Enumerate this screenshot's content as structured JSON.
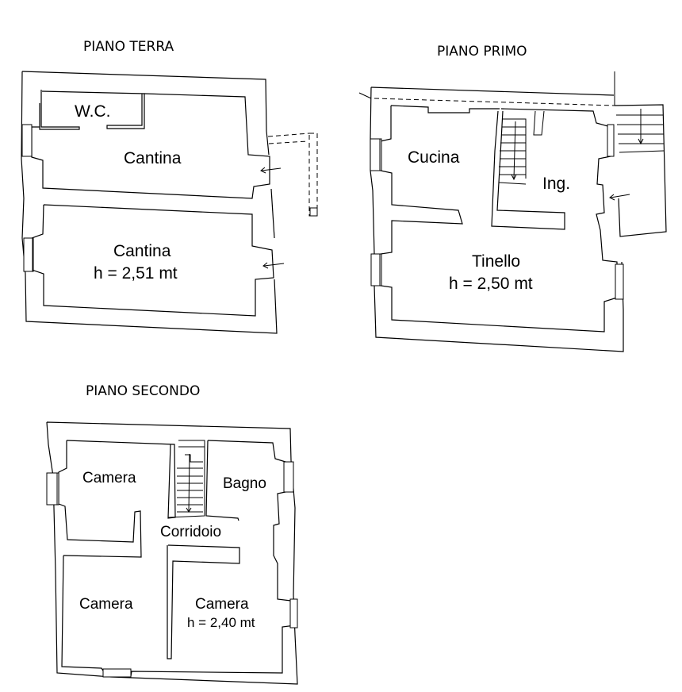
{
  "floors": [
    {
      "title": "PIANO TERRA",
      "rooms": [
        {
          "label": "W.C."
        },
        {
          "label": "Cantina"
        },
        {
          "label": "Cantina",
          "height": "h = 2,51 mt"
        }
      ]
    },
    {
      "title": "PIANO PRIMO",
      "rooms": [
        {
          "label": "Cucina"
        },
        {
          "label": "Ing."
        },
        {
          "label": "Tinello",
          "height": "h = 2,50 mt"
        }
      ]
    },
    {
      "title": "PIANO SECONDO",
      "rooms": [
        {
          "label": "Camera"
        },
        {
          "label": "Bagno"
        },
        {
          "label": "Corridoio"
        },
        {
          "label": "Camera"
        },
        {
          "label": "Camera",
          "height": "h = 2,40 mt"
        }
      ]
    }
  ]
}
